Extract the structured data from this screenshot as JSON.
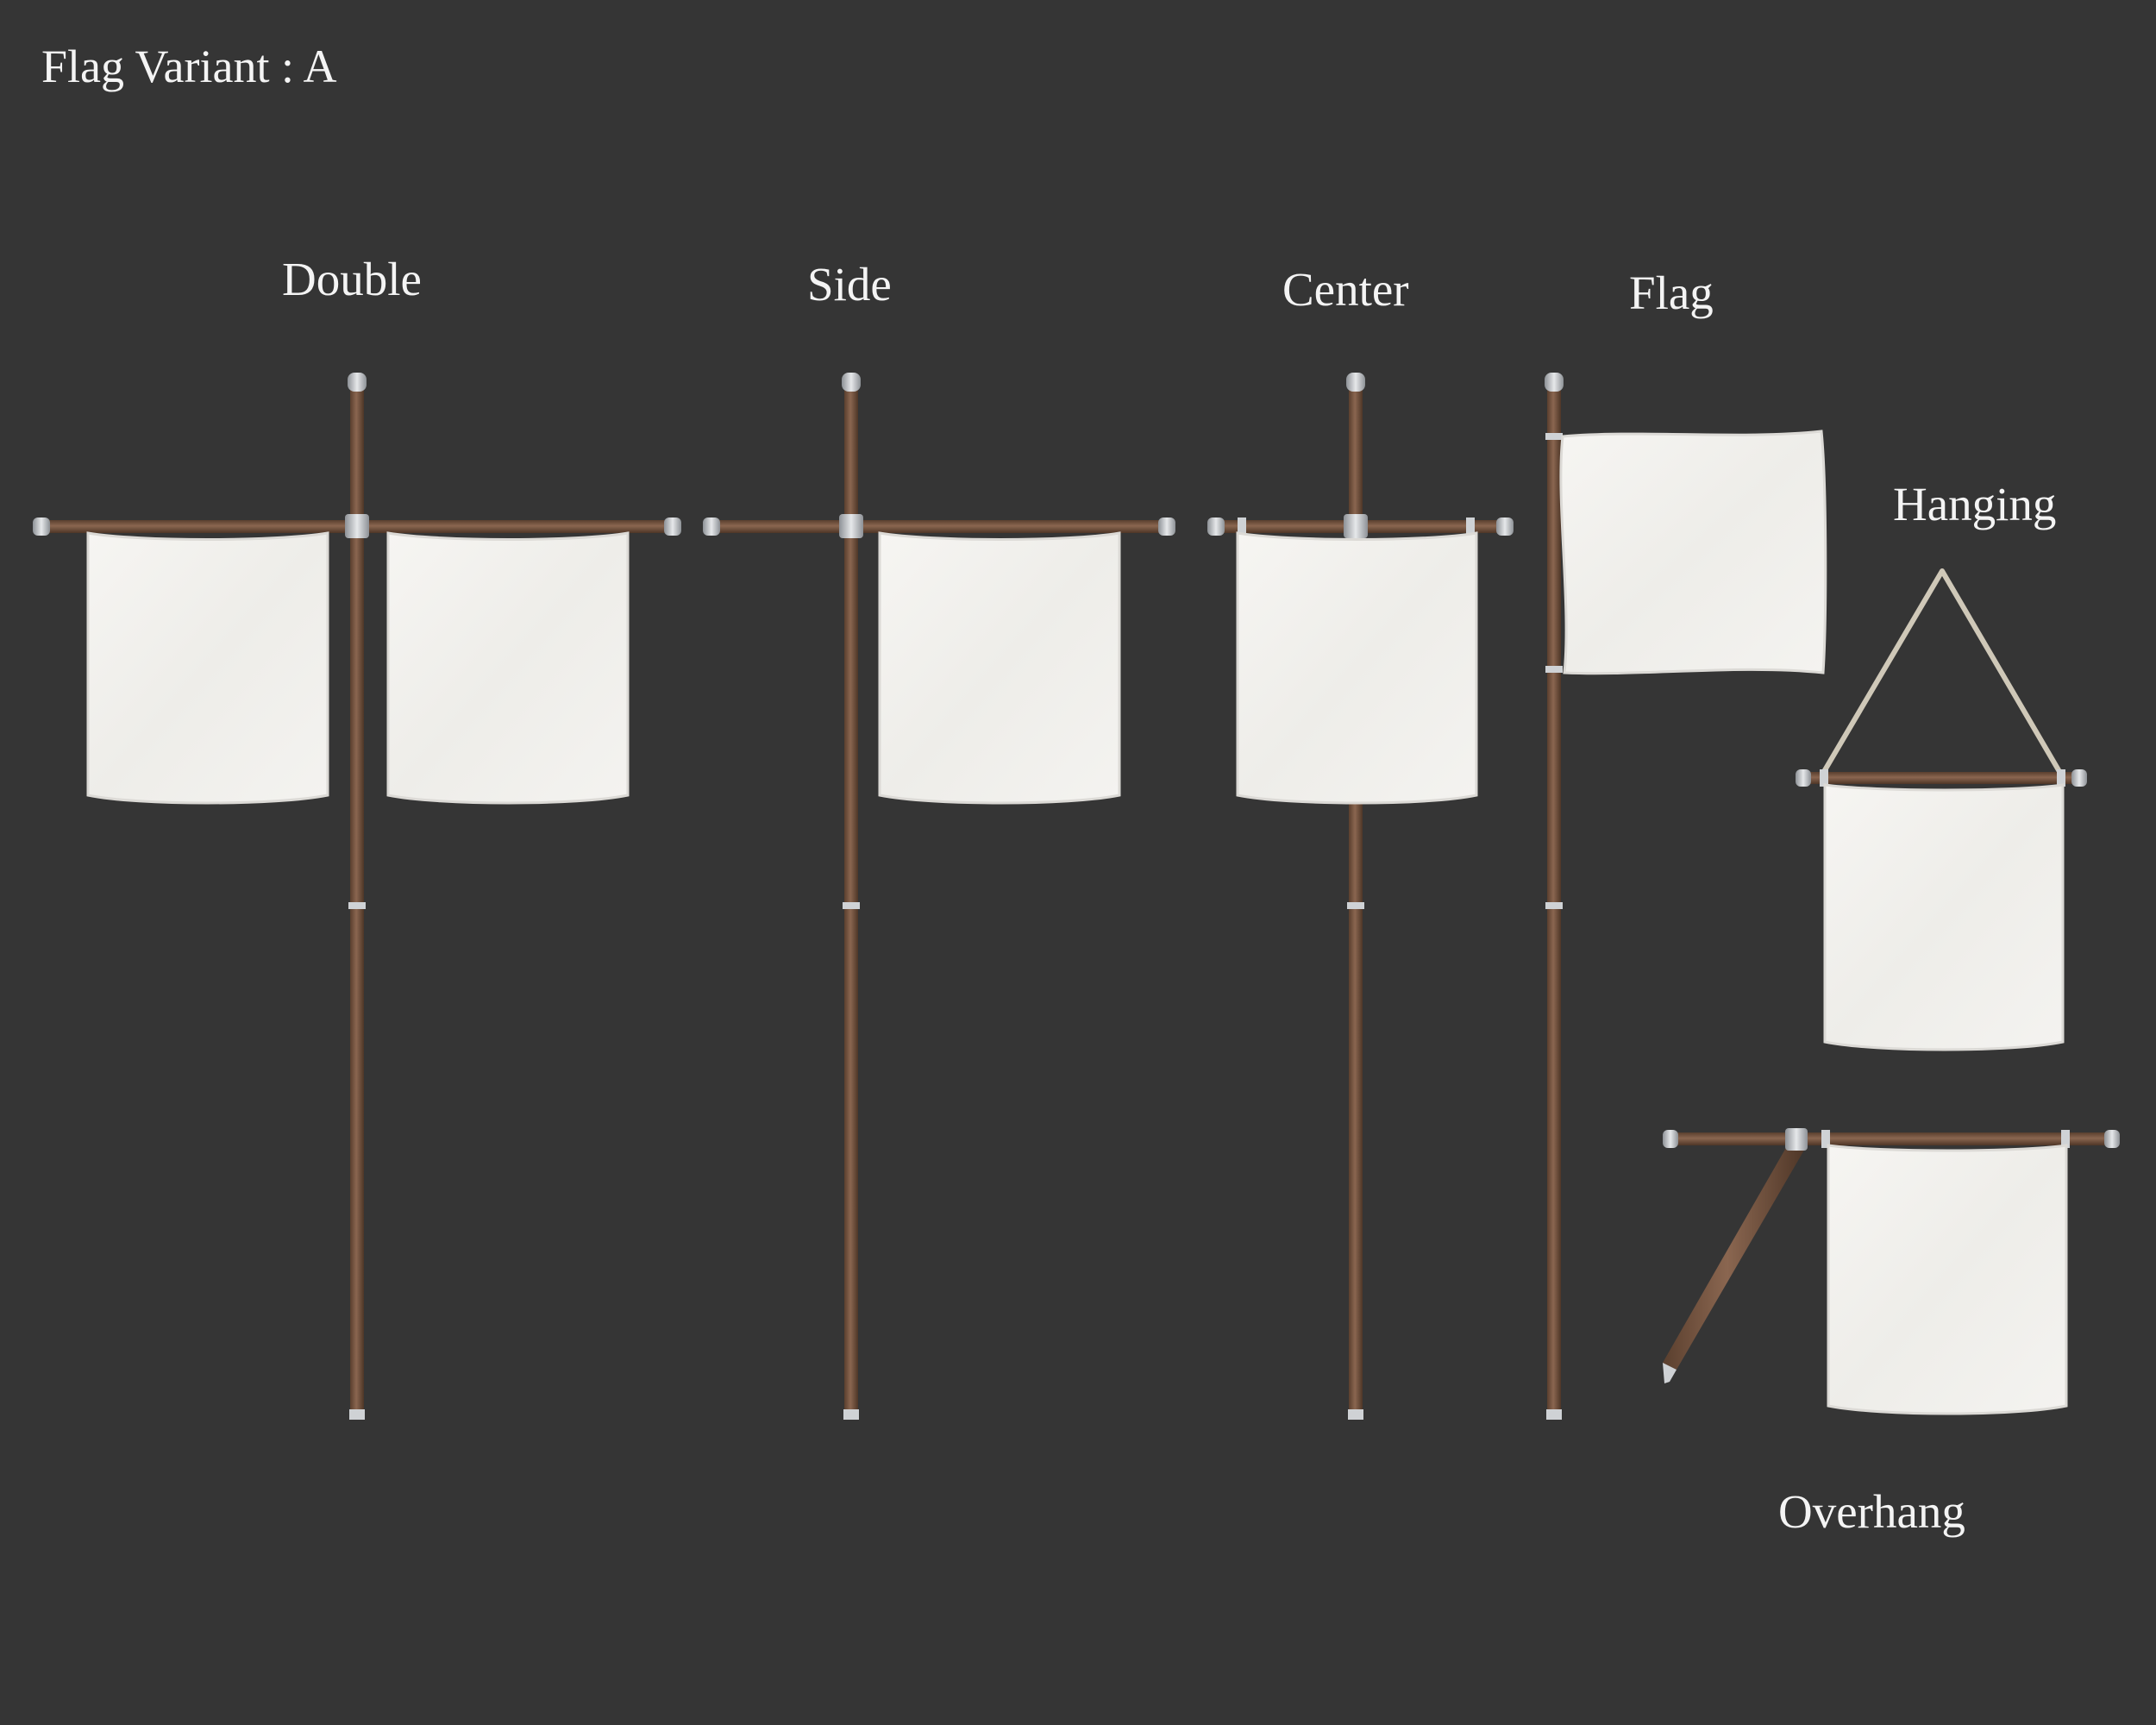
{
  "title": "Flag Variant : A",
  "labels": {
    "double": "Double",
    "side": "Side",
    "center": "Center",
    "flag": "Flag",
    "hanging": "Hanging",
    "overhang": "Overhang"
  },
  "colors": {
    "background": "#353535",
    "wood": "#7b5a44",
    "cloth": "#f2f1ee",
    "metal": "#c9ccd0",
    "rope": "#cfc8b8"
  }
}
